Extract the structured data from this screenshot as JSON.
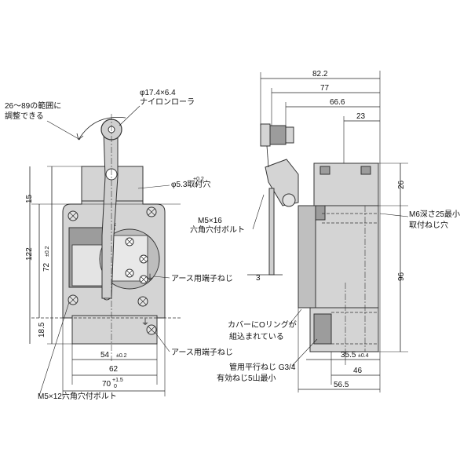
{
  "annotations": {
    "adjust_range": "26～89の範囲に\n調整できる",
    "roller_dim": "φ17.4×6.4",
    "roller_name": "ナイロンローラ",
    "mount_hole": "φ5.3取付穴",
    "mount_hole_tol_upper": "+0.2",
    "mount_hole_tol_lower": "0",
    "bolt_m5x16_line1": "M5×16",
    "bolt_m5x16_line2": "六角穴付ボルト",
    "earth_screw_1": "アース用端子ねじ",
    "earth_screw_2": "アース用端子ねじ",
    "oring_line1": "カバーにOリングが",
    "oring_line2": "組込まれている",
    "pipe_thread_line1": "管用平行ねじ G3/4",
    "pipe_thread_line2": "有効ねじ5山最小",
    "m6_line1": "M6深さ25最小",
    "m6_line2": "取付ねじ穴",
    "bolt_m5x12": "M5×12六角穴付ボルト"
  },
  "dimensions": {
    "d_82_2": "82.2",
    "d_77": "77",
    "d_66_6": "66.6",
    "d_23": "23",
    "d_26": "26",
    "d_96": "96",
    "d_3": "3",
    "d_35_5": "35.5",
    "d_35_5_tol": "±0.4",
    "d_46": "46",
    "d_56_5": "56.5",
    "d_15": "15",
    "d_122": "122",
    "d_72": "72",
    "d_72_tol": "±0.2",
    "d_18_5": "18.5",
    "d_54": "54",
    "d_54_tol": "±0.2",
    "d_62": "62",
    "d_70": "70",
    "d_70_tol_upper": "+1.5",
    "d_70_tol_lower": "0"
  },
  "symbols": {
    "ground": "⏚",
    "plate_mark": "管"
  }
}
